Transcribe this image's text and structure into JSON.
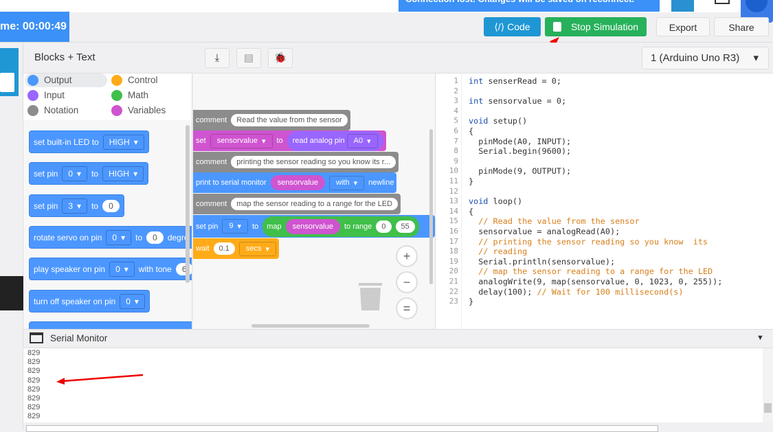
{
  "banner": {
    "text": "Connection lost. Changes will be saved on reconnect."
  },
  "header": {
    "timer": "me: 00:00:49",
    "code_label": "Code",
    "stop_label": "Stop Simulation",
    "export_label": "Export",
    "share_label": "Share"
  },
  "editor": {
    "mode": "Blocks + Text",
    "device": "1 (Arduino Uno R3)"
  },
  "categories": [
    {
      "label": "Output",
      "color": "#4c97ff"
    },
    {
      "label": "Control",
      "color": "#ffab19"
    },
    {
      "label": "Input",
      "color": "#9966ff"
    },
    {
      "label": "Math",
      "color": "#40bf4a"
    },
    {
      "label": "Notation",
      "color": "#8c8c8c"
    },
    {
      "label": "Variables",
      "color": "#cf54d0"
    }
  ],
  "palette": {
    "b1": {
      "text": "set built-in LED to",
      "dd": "HIGH"
    },
    "b2": {
      "t1": "set pin",
      "dd1": "0",
      "t2": "to",
      "dd2": "HIGH"
    },
    "b3": {
      "t1": "set pin",
      "dd1": "3",
      "t2": "to",
      "val": "0"
    },
    "b4": {
      "t1": "rotate servo on pin",
      "dd1": "0",
      "t2": "to",
      "val": "0",
      "t3": "degre"
    },
    "b5": {
      "t1": "play speaker on pin",
      "dd1": "0",
      "t2": "with tone",
      "val": "6"
    },
    "b6": {
      "t1": "turn off speaker on pin",
      "dd1": "0"
    }
  },
  "workspace": {
    "c1": {
      "kw": "comment",
      "text": "Read the value from the sensor"
    },
    "set": {
      "kw": "set",
      "var": "sensorvalue",
      "to": "to",
      "read": "read analog pin",
      "pin": "A0"
    },
    "c2": {
      "kw": "comment",
      "text": "printing the sensor reading so you know  its r..."
    },
    "print": {
      "kw": "print to serial monitor",
      "var": "sensorvalue",
      "mode": "with",
      "tail": "newline"
    },
    "c3": {
      "kw": "comment",
      "text": "map the sensor reading to a range for the LED"
    },
    "setpin": {
      "kw": "set pin",
      "pin": "9",
      "to": "to",
      "map": "map",
      "var": "sensorvalue",
      "range": "to range",
      "v0": "0",
      "v1": "55"
    },
    "wait": {
      "kw": "wait",
      "val": "0.1",
      "unit": "secs"
    },
    "zoom_in": "+",
    "zoom_out": "−",
    "reset": "="
  },
  "code": [
    "int senserRead = 0;",
    "",
    "int sensorvalue = 0;",
    "",
    "void setup()",
    "{",
    "  pinMode(A0, INPUT);",
    "  Serial.begin(9600);",
    "",
    "  pinMode(9, OUTPUT);",
    "}",
    "",
    "void loop()",
    "{",
    "  // Read the value from the sensor",
    "  sensorvalue = analogRead(A0);",
    "  // printing the sensor reading so you know  its",
    "  // reading",
    "  Serial.println(sensorvalue);",
    "  // map the sensor reading to a range for the LED",
    "  analogWrite(9, map(sensorvalue, 0, 1023, 0, 255));",
    "  delay(100); // Wait for 100 millisecond(s)",
    "}"
  ],
  "serial": {
    "title": "Serial Monitor",
    "lines": [
      "829",
      "829",
      "829",
      "829",
      "829",
      "829",
      "829",
      "829"
    ]
  }
}
